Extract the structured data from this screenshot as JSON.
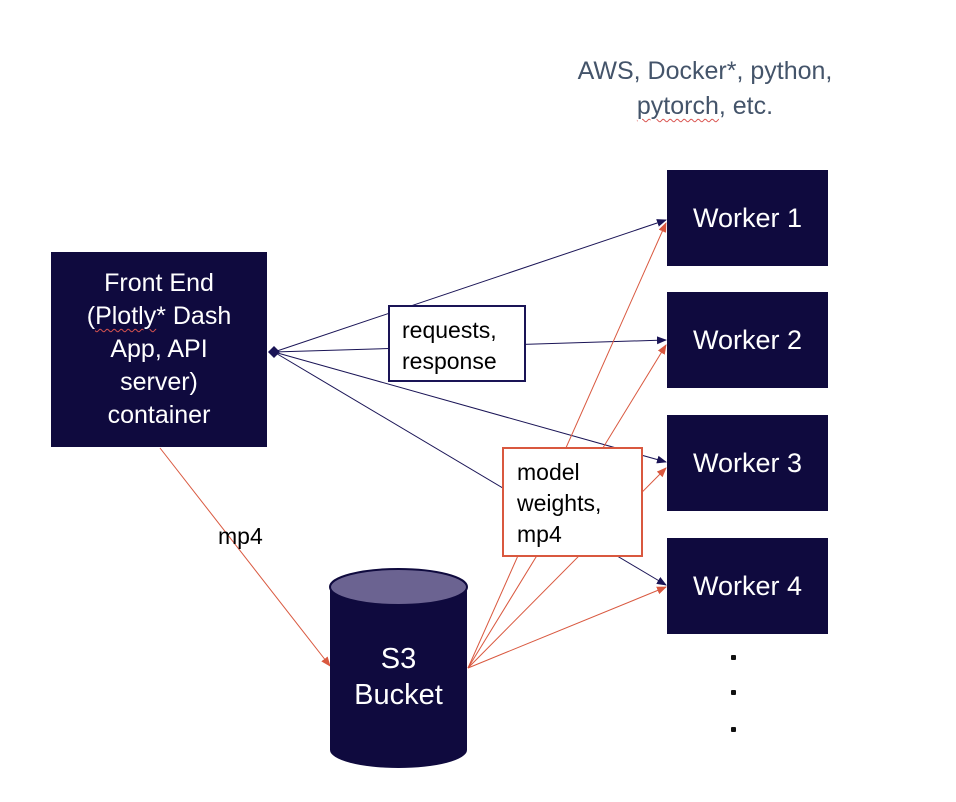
{
  "tech_note": {
    "line1": "AWS, Docker*, python,",
    "line2_word": "pytorch",
    "line2_rest": ", etc."
  },
  "front_end": {
    "line1": "Front End",
    "line2_prefix": "(",
    "line2_word": "Plotly",
    "line2_rest": "* Dash",
    "line3": "App, API",
    "line4": "server)",
    "line5": "container"
  },
  "workers": [
    "Worker 1",
    "Worker 2",
    "Worker 3",
    "Worker 4"
  ],
  "requests_label": {
    "line1": "requests,",
    "line2": "response"
  },
  "model_label": {
    "line1": "model",
    "line2": "weights,",
    "line3": "mp4"
  },
  "mp4_label": "mp4",
  "s3": {
    "line1": "S3",
    "line2": "Bucket"
  },
  "colors": {
    "node_fill": "#0f0a3e",
    "cylinder_top": "#6b6391",
    "request_edge": "#1a1456",
    "data_edge": "#d9583f",
    "note_text": "#44546a"
  }
}
